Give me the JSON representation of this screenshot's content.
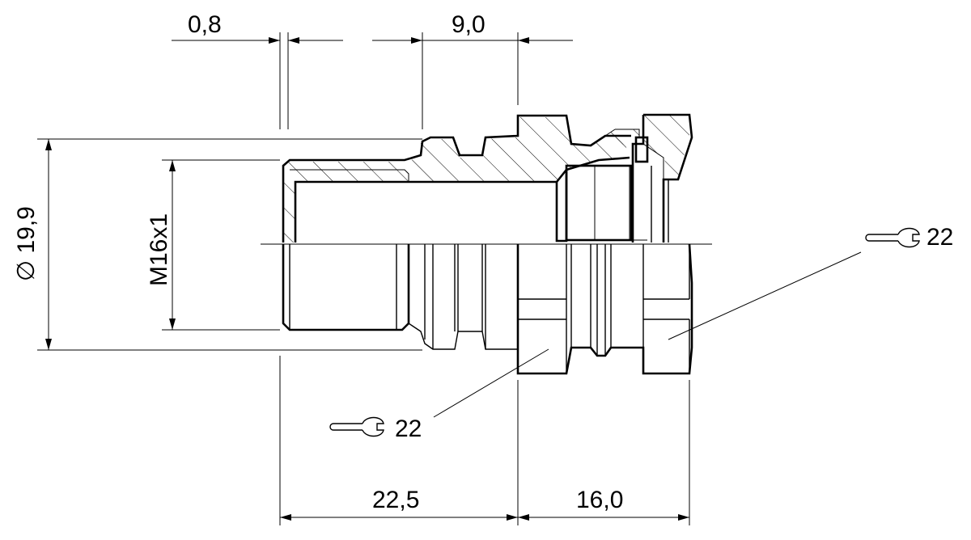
{
  "dimensions": {
    "top_left": "0,8",
    "top_right": "9,0",
    "diameter": "19,9",
    "thread": "M16x1",
    "bottom_left": "22,5",
    "bottom_right": "16,0"
  },
  "wrench_labels": {
    "right": "22",
    "lower": "22"
  }
}
